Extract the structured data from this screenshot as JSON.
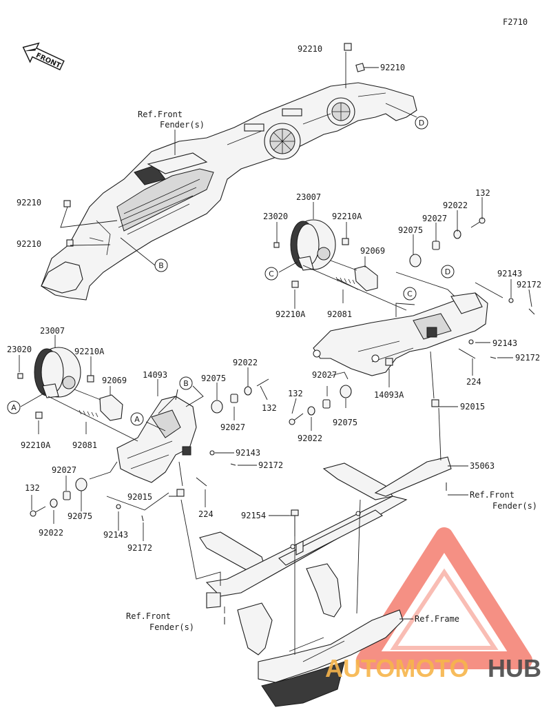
{
  "figure_code": "F2710",
  "front_label": "FRONT",
  "callouts": {
    "A": "A",
    "B": "B",
    "C": "C",
    "D": "D"
  },
  "labels": {
    "l_92210_top1": "92210",
    "l_92210_top2": "92210",
    "l_ref_fender_top_1": "Ref.Front",
    "l_ref_fender_top_2": "Fender(s)",
    "l_92210_left1": "92210",
    "l_92210_left2": "92210",
    "l_23007_r": "23007",
    "l_23020_r": "23020",
    "l_92210a_r_top": "92210A",
    "l_92069_r": "92069",
    "l_92210a_r_bot": "92210A",
    "l_92081_r": "92081",
    "l_132_r_top": "132",
    "l_92022_r_top": "92022",
    "l_92027_r_top": "92027",
    "l_92075_r_top": "92075",
    "l_92143_r_top": "92143",
    "l_92172_r_top": "92172",
    "l_92143_r_mid": "92143",
    "l_92172_r_mid": "92172",
    "l_224_r": "224",
    "l_14093a": "14093A",
    "l_92015_r": "92015",
    "l_92027_r_bot": "92027",
    "l_132_r_bot": "132",
    "l_92022_r_bot": "92022",
    "l_92075_r_bot": "92075",
    "l_35063": "35063",
    "l_ref_fender_r_1": "Ref.Front",
    "l_ref_fender_r_2": "Fender(s)",
    "l_23007_l": "23007",
    "l_23020_l": "23020",
    "l_92210a_l_top": "92210A",
    "l_92069_l": "92069",
    "l_92210a_l_bot": "92210A",
    "l_92081_l": "92081",
    "l_14093": "14093",
    "l_92075_l_top": "92075",
    "l_92022_l_top": "92022",
    "l_92027_l_top": "92027",
    "l_132_l_top": "132",
    "l_92143_l_mid": "92143",
    "l_92172_l_mid": "92172",
    "l_132_l_bot": "132",
    "l_92027_l_bot": "92027",
    "l_92022_l_bot": "92022",
    "l_92075_l_bot": "92075",
    "l_92015_l": "92015",
    "l_224_l": "224",
    "l_92143_l_bot": "92143",
    "l_92172_l_bot": "92172",
    "l_92154": "92154",
    "l_ref_fender_bl_1": "Ref.Front",
    "l_ref_fender_bl_2": "Fender(s)",
    "l_ref_frame": "Ref.Frame"
  },
  "watermark": {
    "part1": "AUTOMOTO",
    "part2": "HUB",
    "color_accent": "#f26b5b",
    "color_dark": "#4a4a4a"
  }
}
